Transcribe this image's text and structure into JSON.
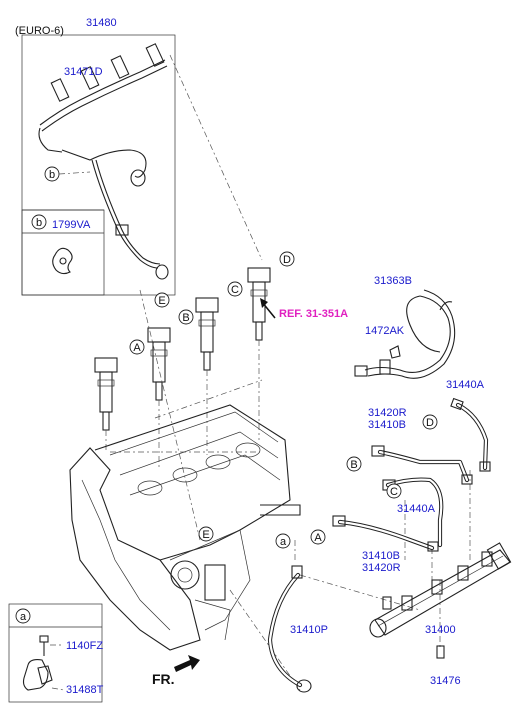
{
  "header": {
    "variant": "(EURO-6)",
    "kit_part": "31480"
  },
  "parts": {
    "p31471D": "31471D",
    "p31363B": "31363B",
    "p1472AK": "1472AK",
    "p31440A_top": "31440A",
    "p31420R_top": "31420R",
    "p31410B_top": "31410B",
    "p31440A_mid": "31440A",
    "p31410B_bot": "31410B",
    "p31420R_bot": "31420R",
    "p31410P": "31410P",
    "p31400": "31400",
    "p31476": "31476",
    "p1799VA": "1799VA",
    "p1140FZ": "1140FZ",
    "p31488T": "31488T"
  },
  "reference": "REF. 31-351A",
  "callouts": {
    "A": "A",
    "B": "B",
    "C": "C",
    "D": "D",
    "E": "E",
    "a": "a",
    "b": "b"
  },
  "front_label": "FR.",
  "colors": {
    "part_number": "#1a1acc",
    "reference": "#e020c0",
    "line": "#222222"
  }
}
